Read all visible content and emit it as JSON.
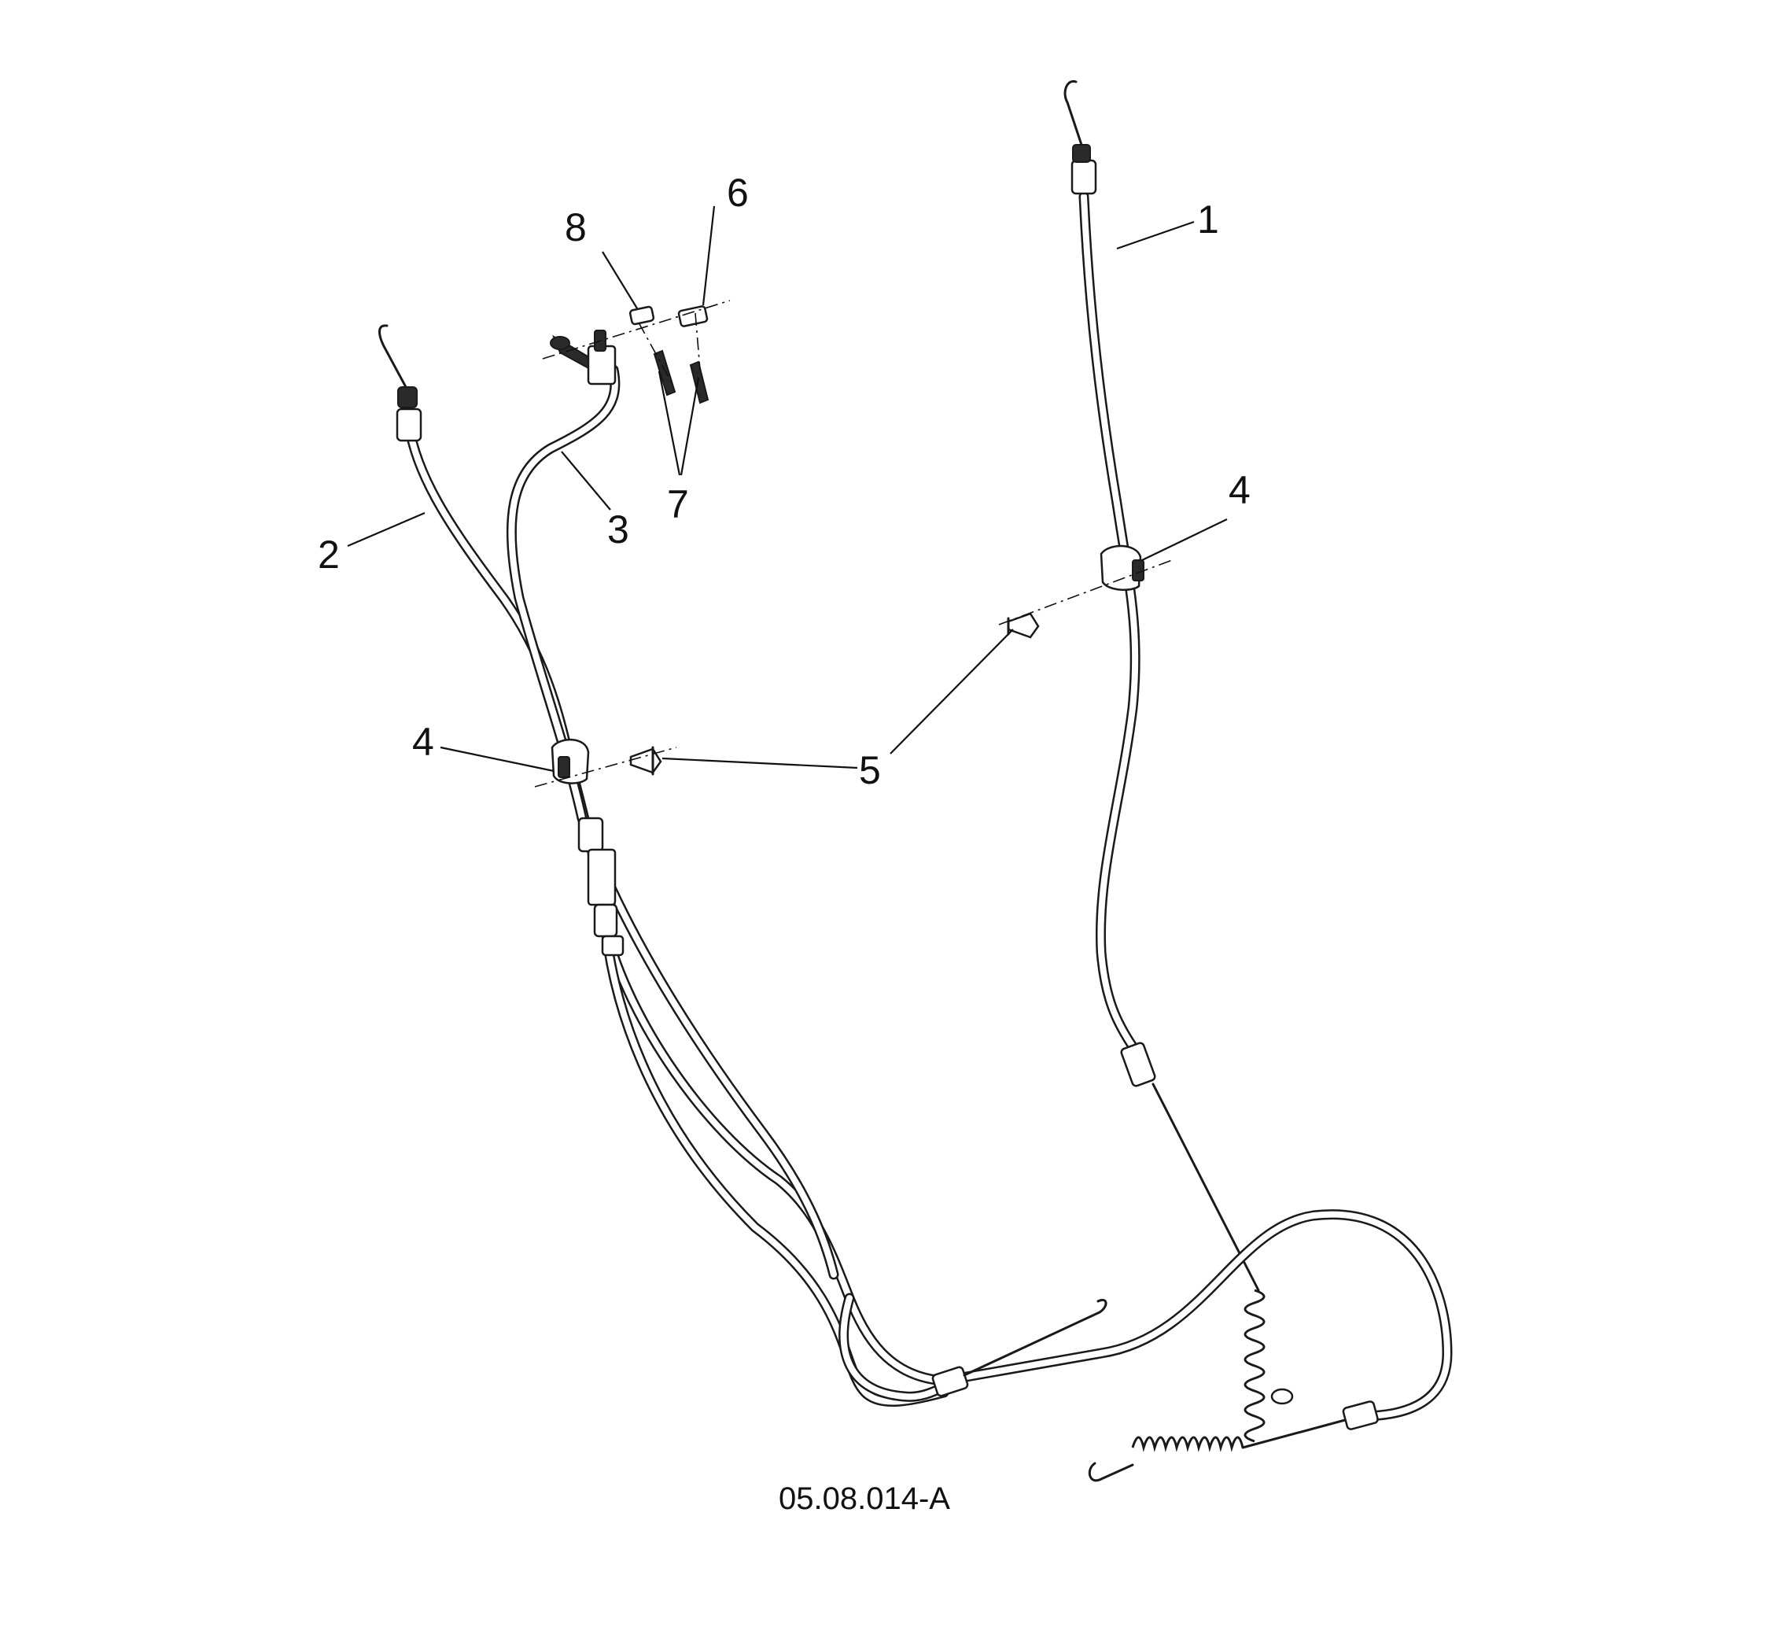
{
  "diagram": {
    "drawing_number": "05.08.014-A",
    "callouts": [
      {
        "id": "1",
        "label": "1"
      },
      {
        "id": "2",
        "label": "2"
      },
      {
        "id": "3",
        "label": "3"
      },
      {
        "id": "4a",
        "label": "4"
      },
      {
        "id": "4b",
        "label": "4"
      },
      {
        "id": "5",
        "label": "5"
      },
      {
        "id": "6",
        "label": "6"
      },
      {
        "id": "7",
        "label": "7"
      },
      {
        "id": "8",
        "label": "8"
      }
    ]
  },
  "colors": {
    "line": "#1a1a1a",
    "background": "#ffffff"
  }
}
